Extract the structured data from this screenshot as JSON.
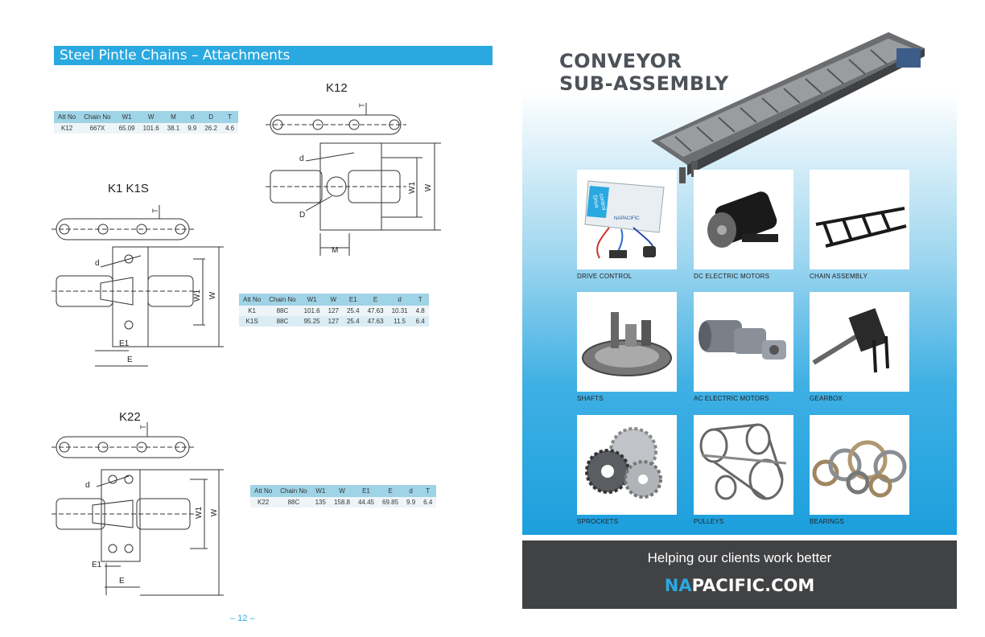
{
  "left_page": {
    "section_title": "Steel Pintle Chains – Attachments",
    "page_number": "– 12 –",
    "diagrams": {
      "k12": "K12",
      "k1": "K1  K1S",
      "k22": "K22"
    },
    "dim_labels": {
      "d": "d",
      "D": "D",
      "M": "M",
      "W1": "W1",
      "W": "W",
      "T": "T",
      "E": "E",
      "E1": "E1"
    },
    "tables": {
      "k12": {
        "headers": [
          "Att No",
          "Chain No",
          "W1",
          "W",
          "M",
          "d",
          "D",
          "T"
        ],
        "rows": [
          [
            "K12",
            "667X",
            "65.09",
            "101.6",
            "38.1",
            "9.9",
            "26.2",
            "4.6"
          ]
        ]
      },
      "k1": {
        "headers": [
          "Att No",
          "Chain No",
          "W1",
          "W",
          "E1",
          "E",
          "d",
          "T"
        ],
        "rows": [
          [
            "K1",
            "88C",
            "101.6",
            "127",
            "25.4",
            "47.63",
            "10.31",
            "4.8"
          ],
          [
            "K1S",
            "88C",
            "95.25",
            "127",
            "25.4",
            "47.63",
            "11.5",
            "6.4"
          ]
        ]
      },
      "k22": {
        "headers": [
          "Att No",
          "Chain No",
          "W1",
          "W",
          "E1",
          "E",
          "d",
          "T"
        ],
        "rows": [
          [
            "K22",
            "88C",
            "135",
            "158.8",
            "44.45",
            "69.85",
            "9.9",
            "6.4"
          ]
        ]
      }
    }
  },
  "right_page": {
    "heading_line1": "CONVEYOR",
    "heading_line2": "SUB-ASSEMBLY",
    "products": [
      {
        "label": "DRIVE CONTROL",
        "icon": "drive-control-icon"
      },
      {
        "label": "DC ELECTRIC MOTORS",
        "icon": "dc-motor-icon"
      },
      {
        "label": "CHAIN ASSEMBLY",
        "icon": "chain-assembly-icon"
      },
      {
        "label": "SHAFTS",
        "icon": "shafts-icon"
      },
      {
        "label": "AC ELECTRIC MOTORS",
        "icon": "ac-motor-icon"
      },
      {
        "label": "GEARBOX",
        "icon": "gearbox-icon"
      },
      {
        "label": "SPROCKETS",
        "icon": "sprockets-icon"
      },
      {
        "label": "PULLEYS",
        "icon": "pulleys-icon"
      },
      {
        "label": "BEARINGS",
        "icon": "bearings-icon"
      }
    ],
    "drive_control_text": {
      "line1": "Drive",
      "line2": "control",
      "brand": "NAPACIFIC"
    },
    "footer": {
      "tagline": "Helping our clients work better",
      "url_prefix": "NA",
      "url_rest": "PACIFIC.COM"
    },
    "colors": {
      "accent": "#2aa8e0",
      "footer_bg": "#414244"
    }
  }
}
